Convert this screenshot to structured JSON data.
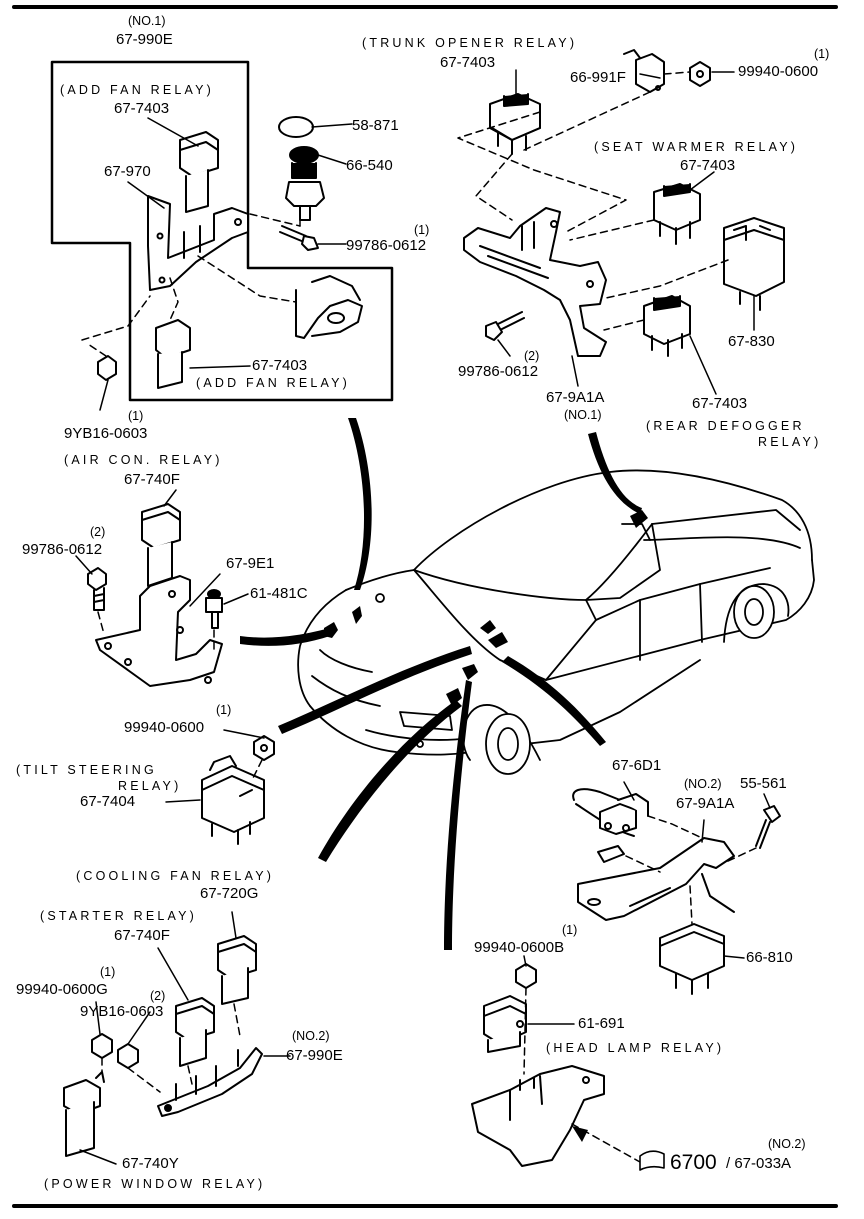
{
  "figure": {
    "parts": {
      "add_fan_relay_upper_name": "(ADD FAN RELAY)",
      "add_fan_relay_upper_pn": "67-7403",
      "add_fan_relay_lower_pn": "67-7403",
      "add_fan_relay_lower_name": "(ADD FAN RELAY)",
      "bracket_top_qty": "(NO.1)",
      "bracket_top_pn": "67-990E",
      "bracket_970": "67-970",
      "cap_pn": "58-871",
      "plug_pn": "66-540",
      "bolt_qty_1": "(1)",
      "bolt_pn_1": "99786-0612",
      "nut_qty_1": "(1)",
      "nut_pn_1": "9YB16-0603",
      "trunk_opener_name": "(TRUNK OPENER RELAY)",
      "trunk_opener_pn": "67-7403",
      "buzzer_pn": "66-991F",
      "nut_top_qty": "(1)",
      "nut_top_pn": "99940-0600",
      "seat_warmer_name": "(SEAT WARMER RELAY)",
      "seat_warmer_pn": "67-7403",
      "relay_830": "67-830",
      "bolt_qty_2": "(2)",
      "bolt_pn_2": "99786-0612",
      "bracket_9a1a": "67-9A1A",
      "bracket_9a1a_no": "(NO.1)",
      "rear_defogger_pn": "67-7403",
      "rear_defogger_name_1": "(REAR DEFOGGER",
      "rear_defogger_name_2": "RELAY)",
      "air_con_name": "(AIR CON. RELAY)",
      "air_con_pn": "67-740F",
      "bolt_qty_3": "(2)",
      "bolt_pn_3": "99786-0612",
      "bracket_9e1": "67-9E1",
      "switch_481c": "61-481C",
      "tilt_nut_qty": "(1)",
      "tilt_nut_pn": "99940-0600",
      "tilt_name_1": "(TILT STEERING",
      "tilt_name_2": "RELAY)",
      "tilt_pn": "67-7404",
      "cooling_fan_name": "(COOLING FAN RELAY)",
      "cooling_fan_pn": "67-720G",
      "starter_name": "(STARTER RELAY)",
      "starter_pn": "67-740F",
      "nut_g_qty": "(1)",
      "nut_g_pn": "99940-0600G",
      "nut_yb_qty": "(2)",
      "nut_yb_pn": "9YB16-0603",
      "bracket_990e_no2": "(NO.2)",
      "bracket_990e_pn": "67-990E",
      "power_window_pn": "67-740Y",
      "power_window_name": "(POWER WINDOW RELAY)",
      "unit_6d1": "67-6D1",
      "bracket2_no": "(NO.2)",
      "bracket2_pn": "67-9A1A",
      "screw_561": "55-561",
      "unit_810": "66-810",
      "nut_b_qty": "(1)",
      "nut_b_pn": "99940-0600B",
      "head_lamp_pn": "61-691",
      "head_lamp_name": "(HEAD LAMP RELAY)",
      "ref_fig": "6700",
      "ref_no": "(NO.2)",
      "ref_pn": "/ 67-033A"
    }
  }
}
